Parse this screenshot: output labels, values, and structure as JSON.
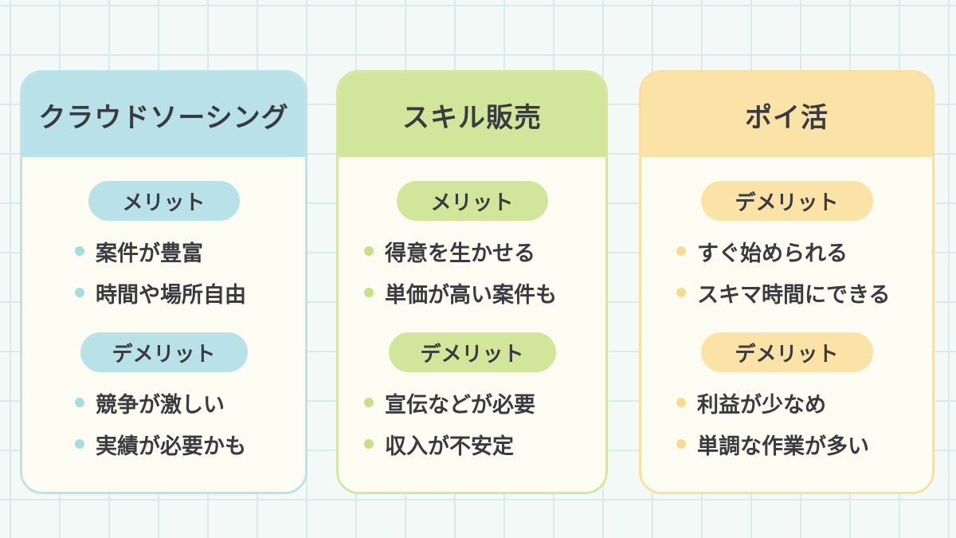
{
  "colors": {
    "background": "#f2f9f7",
    "grid": "#dcebea",
    "card_body": "#fdfcf3",
    "blue_accent": "#b9e2e8",
    "green_accent": "#d2e69b",
    "yellow_accent": "#fbe2a6",
    "text": "#3a3b40"
  },
  "cards": [
    {
      "title": "クラウドソーシング",
      "sections": [
        {
          "label": "メリット",
          "items": [
            "案件が豊富",
            "時間や場所自由"
          ]
        },
        {
          "label": "デメリット",
          "items": [
            "競争が激しい",
            "実績が必要かも"
          ]
        }
      ]
    },
    {
      "title": "スキル販売",
      "sections": [
        {
          "label": "メリット",
          "items": [
            "得意を生かせる",
            "単価が高い案件も"
          ]
        },
        {
          "label": "デメリット",
          "items": [
            "宣伝などが必要",
            "収入が不安定"
          ]
        }
      ]
    },
    {
      "title": "ポイ活",
      "sections": [
        {
          "label": "デメリット",
          "items": [
            "すぐ始められる",
            "スキマ時間にできる"
          ]
        },
        {
          "label": "デメリット",
          "items": [
            "利益が少なめ",
            "単調な作業が多い"
          ]
        }
      ]
    }
  ]
}
